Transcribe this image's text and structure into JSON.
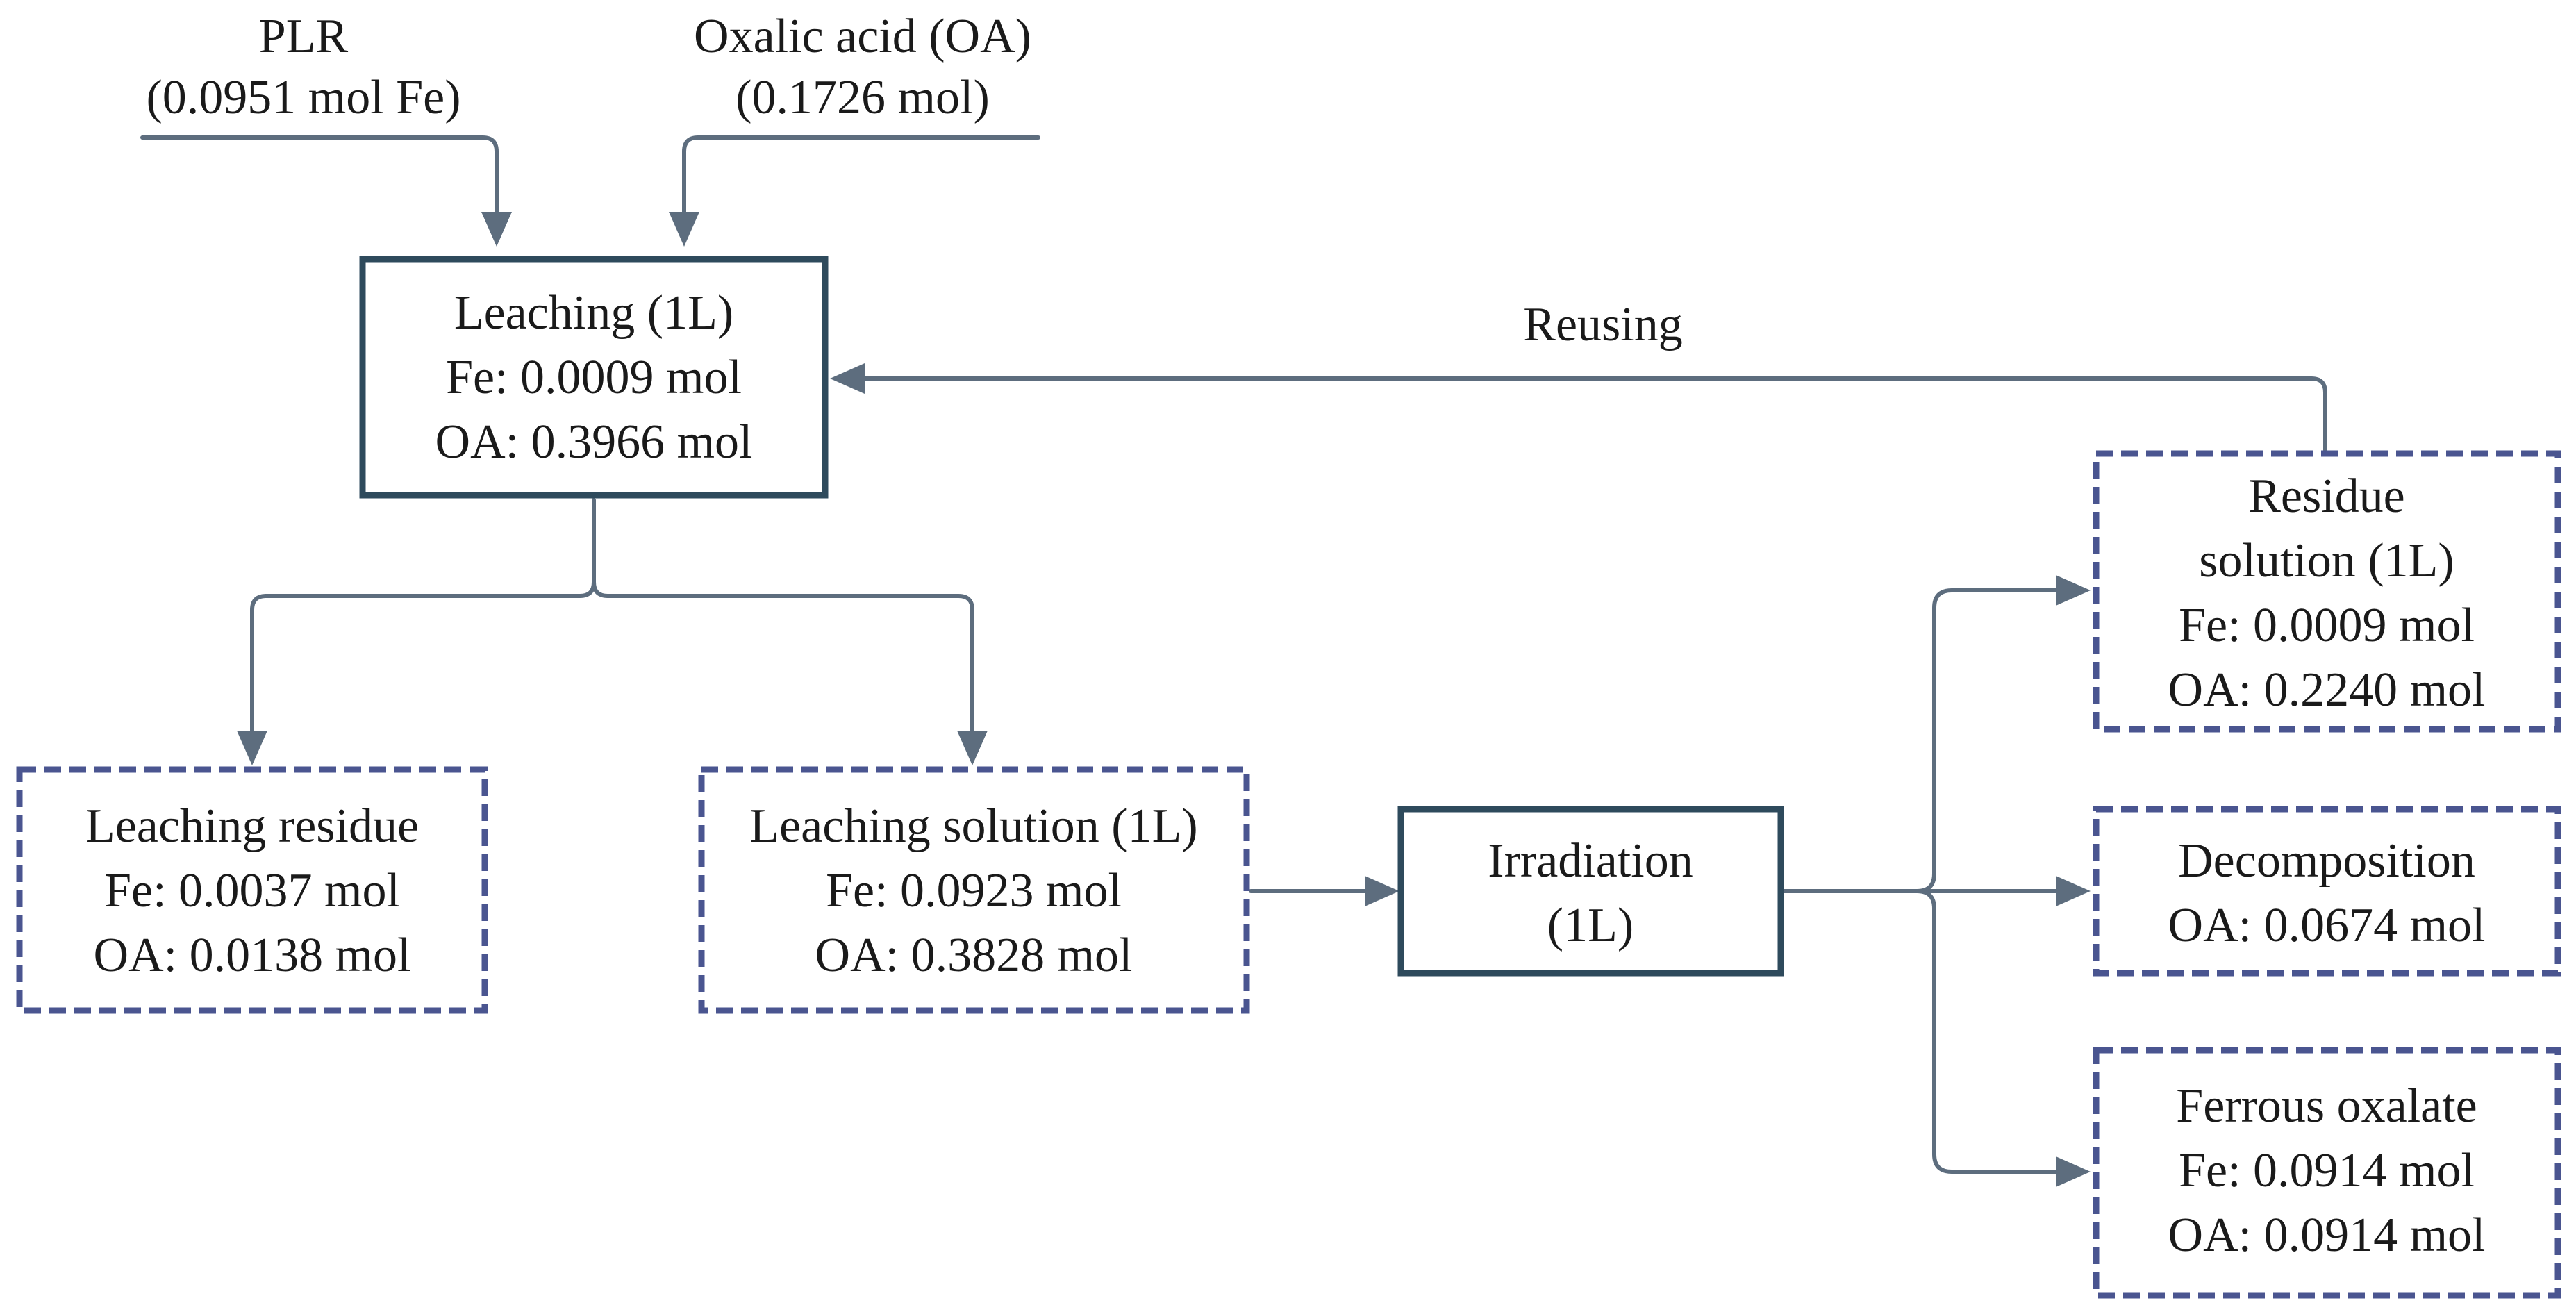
{
  "inputs": {
    "plr": {
      "name": "PLR",
      "amount": "(0.0951 mol Fe)"
    },
    "oa": {
      "name": "Oxalic acid (OA)",
      "amount": "(0.1726 mol)"
    }
  },
  "leaching": {
    "title": "Leaching (1L)",
    "fe": "Fe: 0.0009 mol",
    "oa": "OA: 0.3966 mol"
  },
  "reusing_label": "Reusing",
  "leaching_residue": {
    "title": "Leaching residue",
    "fe": "Fe: 0.0037 mol",
    "oa": "OA: 0.0138 mol"
  },
  "leaching_solution": {
    "title": "Leaching solution (1L)",
    "fe": "Fe: 0.0923 mol",
    "oa": "OA: 0.3828 mol"
  },
  "irradiation": {
    "line1": "Irradiation",
    "line2": "(1L)"
  },
  "residue_solution": {
    "line1": "Residue",
    "line2": "solution (1L)",
    "fe": "Fe: 0.0009 mol",
    "oa": "OA: 0.2240 mol"
  },
  "decomposition": {
    "title": "Decomposition",
    "oa": "OA: 0.0674 mol"
  },
  "ferrous_oxalate": {
    "title": "Ferrous oxalate",
    "fe": "Fe: 0.0914 mol",
    "oa": "OA: 0.0914 mol"
  }
}
